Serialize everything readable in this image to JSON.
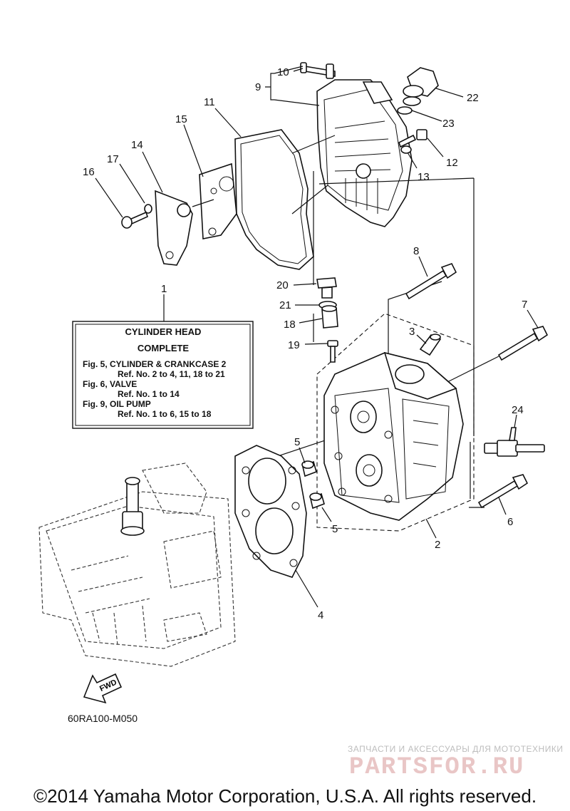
{
  "labels": {
    "p1": "1",
    "p2": "2",
    "p3": "3",
    "p4": "4",
    "p5a": "5",
    "p5b": "5",
    "p6": "6",
    "p7": "7",
    "p8": "8",
    "p9": "9",
    "p10": "10",
    "p11": "11",
    "p12": "12",
    "p13": "13",
    "p14": "14",
    "p15": "15",
    "p16": "16",
    "p17": "17",
    "p18": "18",
    "p19": "19",
    "p20": "20",
    "p21": "21",
    "p22": "22",
    "p23": "23",
    "p24": "24"
  },
  "info_box": {
    "title_line1": "CYLINDER HEAD",
    "title_line2": "COMPLETE",
    "lines": [
      "Fig. 5, CYLINDER & CRANKCASE 2",
      "Ref. No. 2 to 4, 11, 18 to 21",
      "Fig. 6, VALVE",
      "Ref. No. 1 to 14",
      "Fig. 9, OIL PUMP",
      "Ref. No. 1 to 6, 15 to 18"
    ]
  },
  "fwd_label": "FWD",
  "figure_code": "60RA100-M050",
  "watermark": {
    "subtitle": "ЗАПЧАСТИ И АКСЕССУАРЫ ДЛЯ МОТОТЕХНИКИ",
    "brand": "PARTSFOR.RU"
  },
  "copyright": "©2014 Yamaha Motor Corporation, U.S.A. All rights reserved."
}
